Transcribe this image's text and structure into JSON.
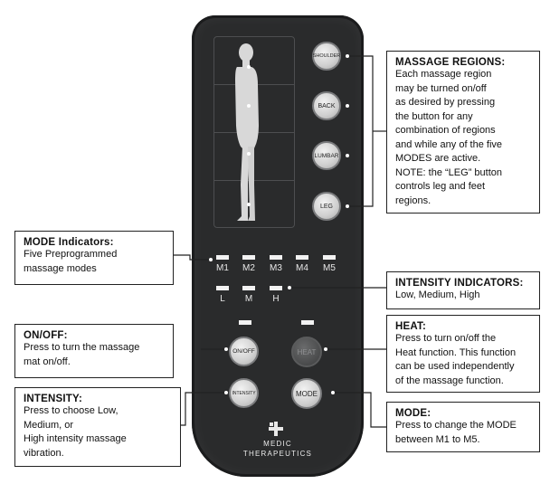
{
  "remote": {
    "region_buttons": [
      "SHOULDER",
      "BACK",
      "LUMBAR",
      "LEG"
    ],
    "mode_labels": [
      "M1",
      "M2",
      "M3",
      "M4",
      "M5"
    ],
    "intensity_labels": [
      "L",
      "M",
      "H"
    ],
    "buttons": {
      "onoff": "ON/OFF",
      "heat": "HEAT",
      "intensity": "INTENSITY",
      "mode": "MODE"
    },
    "logo_line1": "MEDIC",
    "logo_line2": "THERAPEUTICS"
  },
  "callouts": {
    "massage_regions": {
      "title": "MASSAGE REGIONS:",
      "body": "Each massage region\nmay be turned on/off\nas desired by pressing\nthe button for any\ncombination of regions\nand while any of the five\nMODES are active.\nNOTE: the “LEG” button\ncontrols leg and feet\nregions."
    },
    "mode_indicators": {
      "title": "MODE Indicators:",
      "body": "Five Preprogrammed\nmassage modes"
    },
    "intensity_indicators": {
      "title": "INTENSITY INDICATORS:",
      "body": "Low, Medium, High"
    },
    "onoff": {
      "title": "ON/OFF:",
      "body": "Press to turn the massage\nmat on/off."
    },
    "heat": {
      "title": "HEAT:",
      "body": "Press to turn on/off the\nHeat function. This function\ncan be used independently\nof the massage function."
    },
    "intensity": {
      "title": "INTENSITY:",
      "body": "Press to choose Low,\nMedium, or\nHigh intensity massage\nvibration."
    },
    "mode": {
      "title": "MODE:",
      "body": "Press to change the MODE\nbetween M1 to M5."
    }
  },
  "colors": {
    "remote_body": "#2a2b2c",
    "button_light": "#d4d4d4",
    "button_dark": "#4a4b4c",
    "indicator": "#f2f2f2"
  }
}
